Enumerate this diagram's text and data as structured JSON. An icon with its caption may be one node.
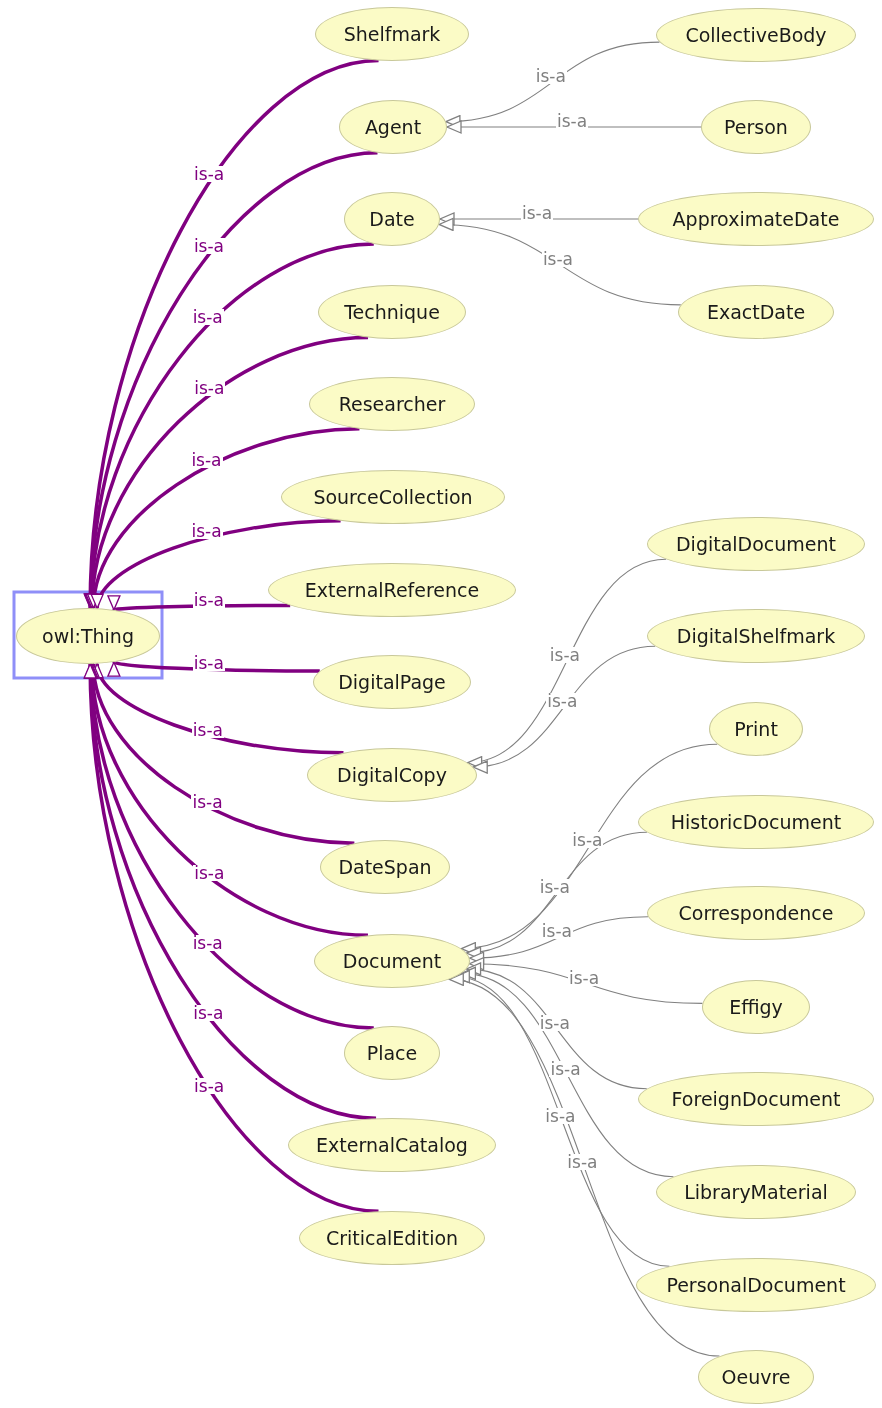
{
  "diagram": {
    "nodes": [
      {
        "text": [
          "owl:Thing"
        ]
      },
      {
        "text": [
          "Shelfmark"
        ]
      },
      {
        "text": [
          "Agent"
        ]
      },
      {
        "text": [
          "Date"
        ]
      },
      {
        "text": [
          "Technique"
        ]
      },
      {
        "text": [
          "Researcher"
        ]
      },
      {
        "text": [
          "SourceCollection"
        ]
      },
      {
        "text": [
          "ExternalReference"
        ]
      },
      {
        "text": [
          "DigitalPage"
        ]
      },
      {
        "text": [
          "DigitalCopy"
        ]
      },
      {
        "text": [
          "DateSpan"
        ]
      },
      {
        "text": [
          "Document"
        ]
      },
      {
        "text": [
          "Place"
        ]
      },
      {
        "text": [
          "ExternalCatalog"
        ]
      },
      {
        "text": [
          "CriticalEdition"
        ]
      },
      {
        "text": [
          "CollectiveBody"
        ]
      },
      {
        "text": [
          "Person"
        ]
      },
      {
        "text": [
          "ApproximateDate"
        ]
      },
      {
        "text": [
          "ExactDate"
        ]
      },
      {
        "text": [
          "DigitalDocument"
        ]
      },
      {
        "text": [
          "DigitalShelfmark"
        ]
      },
      {
        "text": [
          "Print"
        ]
      },
      {
        "text": [
          "HistoricDocument"
        ]
      },
      {
        "text": [
          "Correspondence"
        ]
      },
      {
        "text": [
          "Effigy"
        ]
      },
      {
        "text": [
          "ForeignDocument"
        ]
      },
      {
        "text": [
          "LibraryMaterial"
        ]
      },
      {
        "text": [
          "PersonalDocument"
        ]
      },
      {
        "text": [
          "Oeuvre"
        ]
      }
    ],
    "edges": [
      {
        "from": 1,
        "to": 0,
        "arrow": "to",
        "label": "is-a",
        "style": "thick",
        "color": "#800080"
      },
      {
        "from": 2,
        "to": 0,
        "arrow": "to",
        "label": "is-a",
        "style": "thick",
        "color": "#800080"
      },
      {
        "from": 3,
        "to": 0,
        "arrow": "to",
        "label": "is-a",
        "style": "thick",
        "color": "#800080"
      },
      {
        "from": 4,
        "to": 0,
        "arrow": "to",
        "label": "is-a",
        "style": "thick",
        "color": "#800080"
      },
      {
        "from": 5,
        "to": 0,
        "arrow": "to",
        "label": "is-a",
        "style": "thick",
        "color": "#800080"
      },
      {
        "from": 6,
        "to": 0,
        "arrow": "to",
        "label": "is-a",
        "style": "thick",
        "color": "#800080"
      },
      {
        "from": 7,
        "to": 0,
        "arrow": "to",
        "label": "is-a",
        "style": "thick",
        "color": "#800080"
      },
      {
        "from": 8,
        "to": 0,
        "arrow": "to",
        "label": "is-a",
        "style": "thick",
        "color": "#800080"
      },
      {
        "from": 9,
        "to": 0,
        "arrow": "to",
        "label": "is-a",
        "style": "thick",
        "color": "#800080"
      },
      {
        "from": 10,
        "to": 0,
        "arrow": "to",
        "label": "is-a",
        "style": "thick",
        "color": "#800080"
      },
      {
        "from": 11,
        "to": 0,
        "arrow": "to",
        "label": "is-a",
        "style": "thick",
        "color": "#800080"
      },
      {
        "from": 12,
        "to": 0,
        "arrow": "to",
        "label": "is-a",
        "style": "thick",
        "color": "#800080"
      },
      {
        "from": 13,
        "to": 0,
        "arrow": "to",
        "label": "is-a",
        "style": "thick",
        "color": "#800080"
      },
      {
        "from": 14,
        "to": 0,
        "arrow": "to",
        "label": "is-a",
        "style": "thick",
        "color": "#800080"
      },
      {
        "from": 15,
        "to": 2,
        "arrow": "to",
        "label": "is-a",
        "color": "#808080"
      },
      {
        "from": 16,
        "to": 2,
        "arrow": "to",
        "label": "is-a",
        "color": "#808080"
      },
      {
        "from": 17,
        "to": 3,
        "arrow": "to",
        "label": "is-a",
        "color": "#808080"
      },
      {
        "from": 18,
        "to": 3,
        "arrow": "to",
        "label": "is-a",
        "color": "#808080"
      },
      {
        "from": 19,
        "to": 9,
        "arrow": "to",
        "label": "is-a",
        "color": "#808080"
      },
      {
        "from": 20,
        "to": 9,
        "arrow": "to",
        "label": "is-a",
        "color": "#808080"
      },
      {
        "from": 21,
        "to": 11,
        "arrow": "to",
        "label": "is-a",
        "color": "#808080"
      },
      {
        "from": 22,
        "to": 11,
        "arrow": "to",
        "label": "is-a",
        "color": "#808080"
      },
      {
        "from": 23,
        "to": 11,
        "arrow": "to",
        "label": "is-a",
        "color": "#808080"
      },
      {
        "from": 24,
        "to": 11,
        "arrow": "to",
        "label": "is-a",
        "color": "#808080"
      },
      {
        "from": 25,
        "to": 11,
        "arrow": "to",
        "label": "is-a",
        "color": "#808080"
      },
      {
        "from": 26,
        "to": 11,
        "arrow": "to",
        "label": "is-a",
        "color": "#808080"
      },
      {
        "from": 27,
        "to": 11,
        "arrow": "to",
        "label": "is-a",
        "color": "#808080"
      },
      {
        "from": 28,
        "to": 11,
        "arrow": "to",
        "label": "is-a",
        "color": "#808080"
      }
    ]
  }
}
